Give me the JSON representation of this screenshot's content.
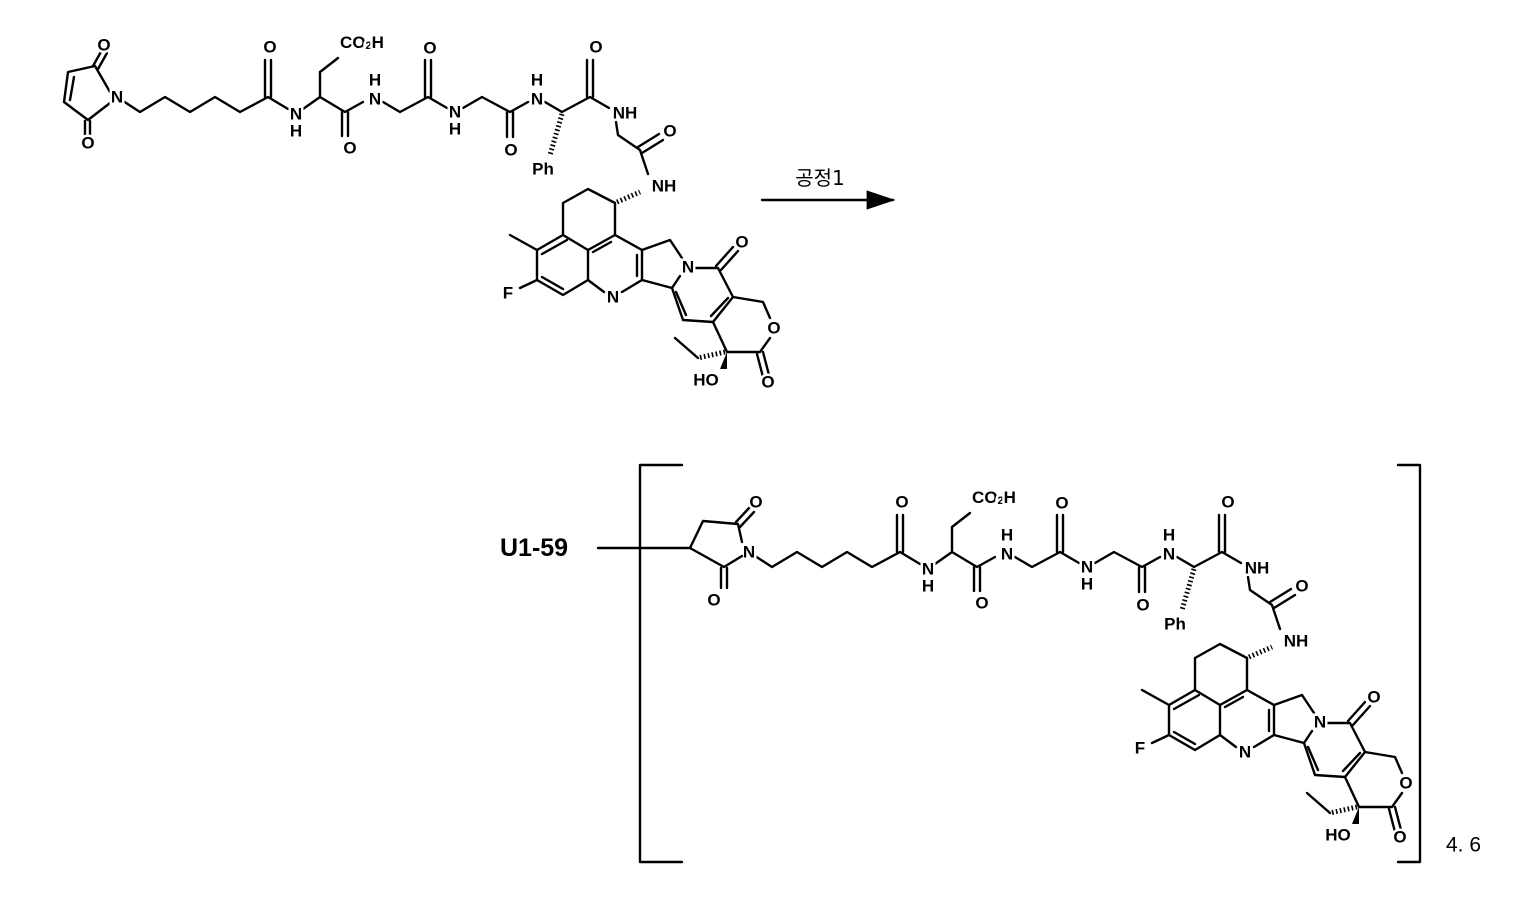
{
  "scheme": {
    "step_label": "공정1",
    "antibody_label": "U1-59",
    "drug_antibody_ratio": "4. 6"
  },
  "atoms": {
    "O": "O",
    "N": "N",
    "H": "H",
    "NH": "NH",
    "co2h": {
      "c": "CO",
      "sub": "2",
      "h": "H"
    },
    "Ph": "Ph",
    "F": "F",
    "HO": "HO"
  }
}
